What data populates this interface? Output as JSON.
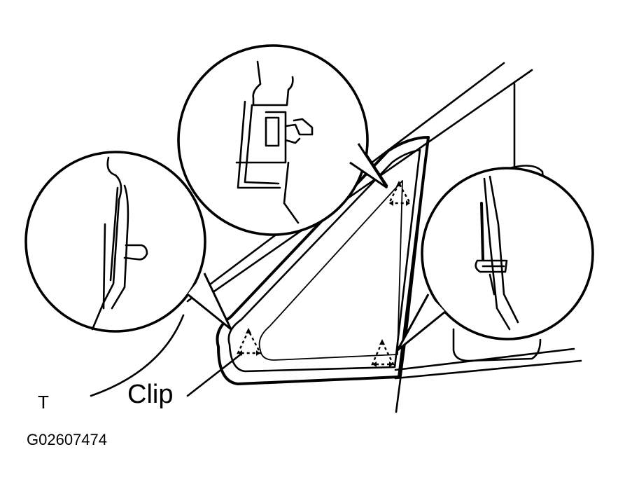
{
  "labels": {
    "clip": "Clip",
    "corner_mark": "T",
    "figure_code": "G02607474"
  },
  "colors": {
    "ink": "#000000",
    "paper": "#ffffff"
  }
}
